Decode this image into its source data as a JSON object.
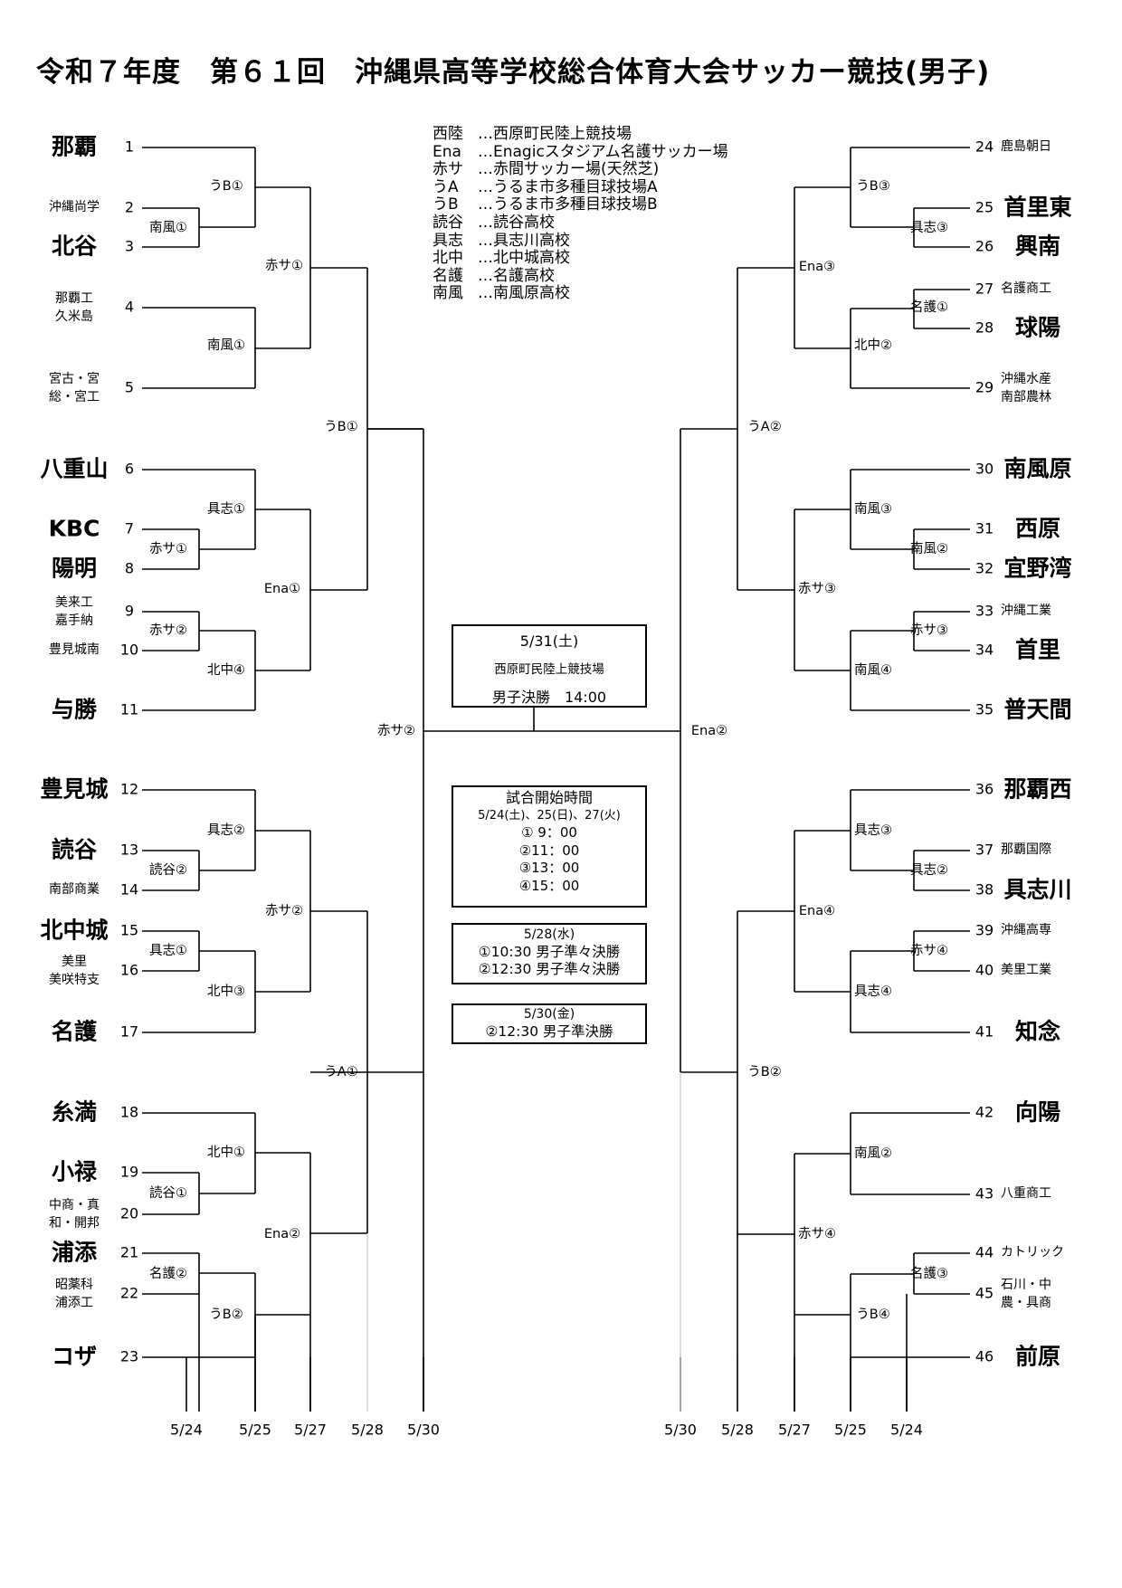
{
  "title": "令和７年度　第６１回　沖縄県高等学校総合体育大会サッカー競技(男子)",
  "legend": [
    {
      "abbr": "西陸",
      "desc": "…西原町民陸上競技場"
    },
    {
      "abbr": "Ena",
      "desc": "…Enagicスタジアム名護サッカー場"
    },
    {
      "abbr": "赤サ",
      "desc": "…赤間サッカー場(天然芝)"
    },
    {
      "abbr": "うA",
      "desc": "…うるま市多種目球技場A"
    },
    {
      "abbr": "うB",
      "desc": "…うるま市多種目球技場B"
    },
    {
      "abbr": "読谷",
      "desc": "…読谷高校"
    },
    {
      "abbr": "具志",
      "desc": "…具志川高校"
    },
    {
      "abbr": "北中",
      "desc": "…北中城高校"
    },
    {
      "abbr": "名護",
      "desc": "…名護高校"
    },
    {
      "abbr": "南風",
      "desc": "…南風原高校"
    }
  ],
  "left_teams": [
    {
      "no": "1",
      "lines": [
        "那覇"
      ],
      "big": true
    },
    {
      "no": "2",
      "lines": [
        "沖縄尚学"
      ],
      "big": false
    },
    {
      "no": "3",
      "lines": [
        "北谷"
      ],
      "big": true
    },
    {
      "no": "4",
      "lines": [
        "那覇工",
        "久米島"
      ],
      "big": false
    },
    {
      "no": "5",
      "lines": [
        "宮古・宮",
        "総・宮工"
      ],
      "big": false
    },
    {
      "no": "6",
      "lines": [
        "八重山"
      ],
      "big": true
    },
    {
      "no": "7",
      "lines": [
        "KBC"
      ],
      "big": true
    },
    {
      "no": "8",
      "lines": [
        "陽明"
      ],
      "big": true
    },
    {
      "no": "9",
      "lines": [
        "美来工",
        "嘉手納"
      ],
      "big": false
    },
    {
      "no": "10",
      "lines": [
        "豊見城南"
      ],
      "big": false
    },
    {
      "no": "11",
      "lines": [
        "与勝"
      ],
      "big": true
    },
    {
      "no": "12",
      "lines": [
        "豊見城"
      ],
      "big": true
    },
    {
      "no": "13",
      "lines": [
        "読谷"
      ],
      "big": true
    },
    {
      "no": "14",
      "lines": [
        "南部商業"
      ],
      "big": false
    },
    {
      "no": "15",
      "lines": [
        "北中城"
      ],
      "big": true
    },
    {
      "no": "16",
      "lines": [
        "美里",
        "美咲特支"
      ],
      "big": false
    },
    {
      "no": "17",
      "lines": [
        "名護"
      ],
      "big": true
    },
    {
      "no": "18",
      "lines": [
        "糸満"
      ],
      "big": true
    },
    {
      "no": "19",
      "lines": [
        "小禄"
      ],
      "big": true
    },
    {
      "no": "20",
      "lines": [
        "中商・真",
        "和・開邦"
      ],
      "big": false
    },
    {
      "no": "21",
      "lines": [
        "浦添"
      ],
      "big": true
    },
    {
      "no": "22",
      "lines": [
        "昭薬科",
        "浦添工"
      ],
      "big": false
    },
    {
      "no": "23",
      "lines": [
        "コザ"
      ],
      "big": true
    }
  ],
  "right_teams": [
    {
      "no": "24",
      "lines": [
        "鹿島朝日"
      ],
      "big": false
    },
    {
      "no": "25",
      "lines": [
        "首里東"
      ],
      "big": true
    },
    {
      "no": "26",
      "lines": [
        "興南"
      ],
      "big": true
    },
    {
      "no": "27",
      "lines": [
        "名護商工"
      ],
      "big": false
    },
    {
      "no": "28",
      "lines": [
        "球陽"
      ],
      "big": true
    },
    {
      "no": "29",
      "lines": [
        "沖縄水産",
        "南部農林"
      ],
      "big": false
    },
    {
      "no": "30",
      "lines": [
        "南風原"
      ],
      "big": true
    },
    {
      "no": "31",
      "lines": [
        "西原"
      ],
      "big": true
    },
    {
      "no": "32",
      "lines": [
        "宜野湾"
      ],
      "big": true
    },
    {
      "no": "33",
      "lines": [
        "沖縄工業"
      ],
      "big": false
    },
    {
      "no": "34",
      "lines": [
        "首里"
      ],
      "big": true
    },
    {
      "no": "35",
      "lines": [
        "普天間"
      ],
      "big": true
    },
    {
      "no": "36",
      "lines": [
        "那覇西"
      ],
      "big": true
    },
    {
      "no": "37",
      "lines": [
        "那覇国際"
      ],
      "big": false
    },
    {
      "no": "38",
      "lines": [
        "具志川"
      ],
      "big": true
    },
    {
      "no": "39",
      "lines": [
        "沖縄高専"
      ],
      "big": false
    },
    {
      "no": "40",
      "lines": [
        "美里工業"
      ],
      "big": false
    },
    {
      "no": "41",
      "lines": [
        "知念"
      ],
      "big": true
    },
    {
      "no": "42",
      "lines": [
        "向陽"
      ],
      "big": true
    },
    {
      "no": "43",
      "lines": [
        "八重商工"
      ],
      "big": false
    },
    {
      "no": "44",
      "lines": [
        "カトリック"
      ],
      "big": false
    },
    {
      "no": "45",
      "lines": [
        "石川・中",
        "農・具商"
      ],
      "big": false
    },
    {
      "no": "46",
      "lines": [
        "前原"
      ],
      "big": true
    }
  ],
  "match_venues": {
    "L1": "南風①",
    "L2": "うB①",
    "L3": "南風①",
    "L4": "赤サ①",
    "L5": "赤サ①",
    "L6": "具志①",
    "L7": "赤サ②",
    "L8": "北中④",
    "L9": "Ena①",
    "L10": "うB①",
    "L11": "読谷②",
    "L12": "具志②",
    "L13": "具志①",
    "L14": "北中③",
    "L15": "赤サ②",
    "L16": "読谷①",
    "L17": "北中①",
    "L18": "名護②",
    "L19": "うB②",
    "L20": "Ena②",
    "L21": "うA①",
    "L22": "赤サ②",
    "R1": "具志③",
    "R2": "うB③",
    "R3": "名護①",
    "R4": "北中②",
    "R5": "Ena③",
    "R6": "南風②",
    "R7": "南風③",
    "R8": "赤サ③",
    "R9": "南風④",
    "R10": "赤サ③",
    "R11": "うA②",
    "R12": "具志②",
    "R13": "具志③",
    "R14": "赤サ④",
    "R15": "具志④",
    "R16": "Ena④",
    "R17": "南風②",
    "R18": "名護③",
    "R19": "うB④",
    "R20": "赤サ④",
    "R21": "うB②",
    "R22": "Ena②"
  },
  "final_box": {
    "date": "5/31(土)",
    "venue": "西原町民陸上競技場",
    "match": "男子決勝　14:00"
  },
  "time_box": {
    "heading": "試合開始時間",
    "dates": "5/24(土)、25(日)、27(火)",
    "slots": [
      "① 9：00",
      "②11：00",
      "③13：00",
      "④15：00"
    ]
  },
  "qf_box": {
    "date": "5/28(水)",
    "rows": [
      "①10:30 男子準々決勝",
      "②12:30 男子準々決勝"
    ]
  },
  "sf_box": {
    "date": "5/30(金)",
    "rows": [
      "②12:30 男子準決勝"
    ]
  },
  "round_dates_left": [
    "5/24",
    "5/25",
    "5/27",
    "5/28",
    "5/30"
  ],
  "round_dates_right": [
    "5/30",
    "5/28",
    "5/27",
    "5/25",
    "5/24"
  ]
}
